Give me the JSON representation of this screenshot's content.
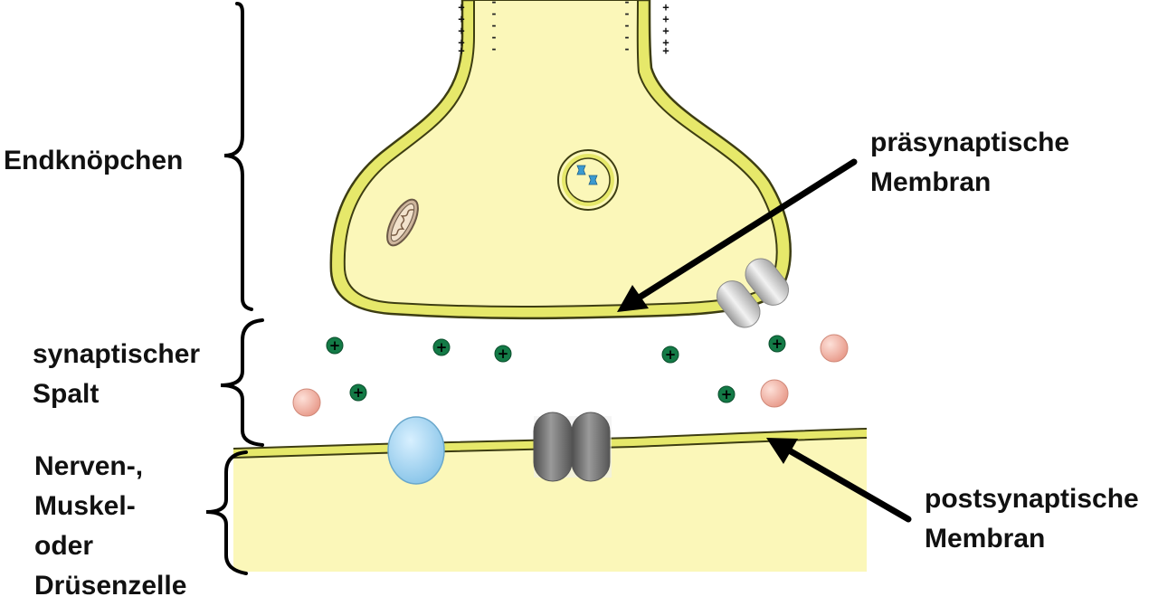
{
  "labels": {
    "endknoepfchen": "Endknöpchen",
    "synaptischer_spalt": [
      "synaptischer",
      "Spalt"
    ],
    "zielzelle": [
      "Nerven-,",
      "Muskel-",
      "oder",
      "Drüsenzelle"
    ],
    "praesynaptische_membran": [
      "präsynaptische",
      "Membran"
    ],
    "postsynaptische_membran": [
      "postsynaptische",
      "Membran"
    ]
  },
  "membrane_charges": {
    "outer": "+",
    "inner": "-"
  },
  "ion_symbol": "+",
  "colors": {
    "cytoplasm": "#fbf7b9",
    "membrane": "#e6e86a",
    "membrane_outline": "#3d3d12",
    "ion": "#137a46",
    "neurotransmitter": "#f4b3a5",
    "receptor_blue": "#a8d8f2",
    "channel_dark": "#7a7a7a",
    "channel_light": "#d8d8d8",
    "transmitter_in_vesicle": "#3b9ad0",
    "mitochondrion": "#b99a80"
  }
}
